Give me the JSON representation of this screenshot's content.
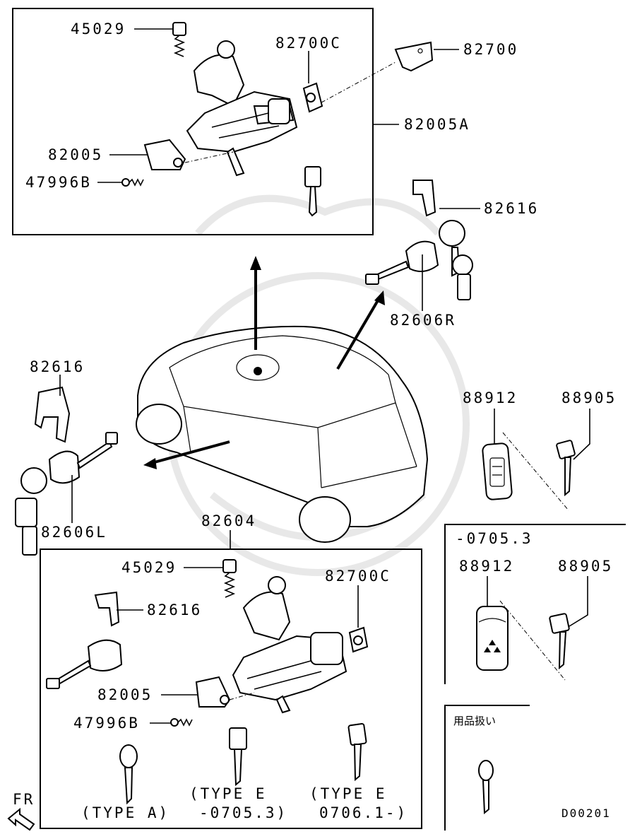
{
  "labels": {
    "top_45029": "45029",
    "top_82700C": "82700C",
    "top_82700": "82700",
    "top_82005A": "82005A",
    "top_82005": "82005",
    "top_47996B": "47996B",
    "right_82616": "82616",
    "right_82606R": "82606R",
    "left_82616": "82616",
    "left_82606L": "82606L",
    "bottom_82604": "82604",
    "bottom_45029": "45029",
    "bottom_82700C": "82700C",
    "bottom_82616": "82616",
    "bottom_82005": "82005",
    "bottom_47996B": "47996B",
    "remote_88912": "88912",
    "key_88905": "88905",
    "period_label": "-0705.3",
    "remote_old_88912": "88912",
    "key_old_88905": "88905",
    "accessory_label": "用品扱い",
    "type_a": "(TYPE A)",
    "type_e1_line1": "(TYPE E",
    "type_e1_line2": "-0705.3)",
    "type_e2_line1": "(TYPE E",
    "type_e2_line2": "0706.1-)",
    "front_label": "FR",
    "diagram_code": "D00201"
  }
}
